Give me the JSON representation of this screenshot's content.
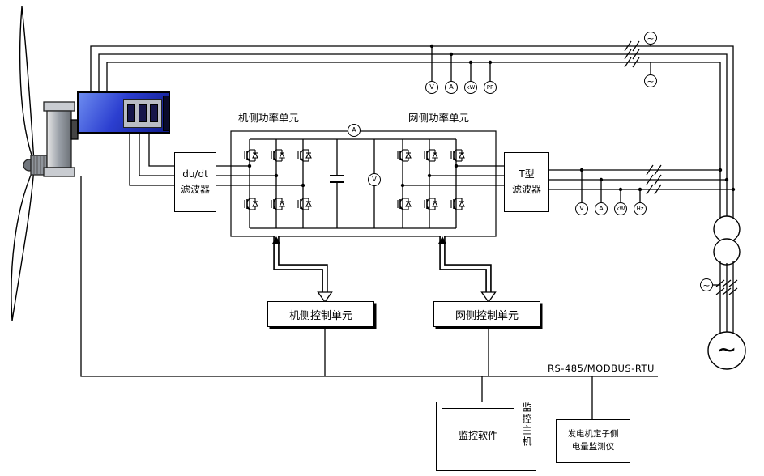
{
  "labels": {
    "machine_power_unit": "机侧功率单元",
    "grid_power_unit": "网侧功率单元",
    "dudt_line1": "du/dt",
    "dudt_line2": "滤波器",
    "tfilter_line1": "T型",
    "tfilter_line2": "滤波器",
    "machine_ctrl": "机侧控制单元",
    "grid_ctrl": "网侧控制单元",
    "bus_protocol": "RS-485/MODBUS-RTU",
    "monitor_software": "监控软件",
    "monitor_host": "监控主机",
    "stator_meter_line1": "发电机定子侧",
    "stator_meter_line2": "电量监测仪"
  },
  "meters": {
    "top": [
      "V",
      "A",
      "kW",
      "PP"
    ],
    "mid": [
      "V",
      "A",
      "kW",
      "Hz"
    ],
    "dc_ammeter": "A",
    "dc_voltmeter": "V",
    "ac": "~"
  },
  "colors": {
    "line": "#000000",
    "generator_box_blue": "#2c3fd0"
  }
}
